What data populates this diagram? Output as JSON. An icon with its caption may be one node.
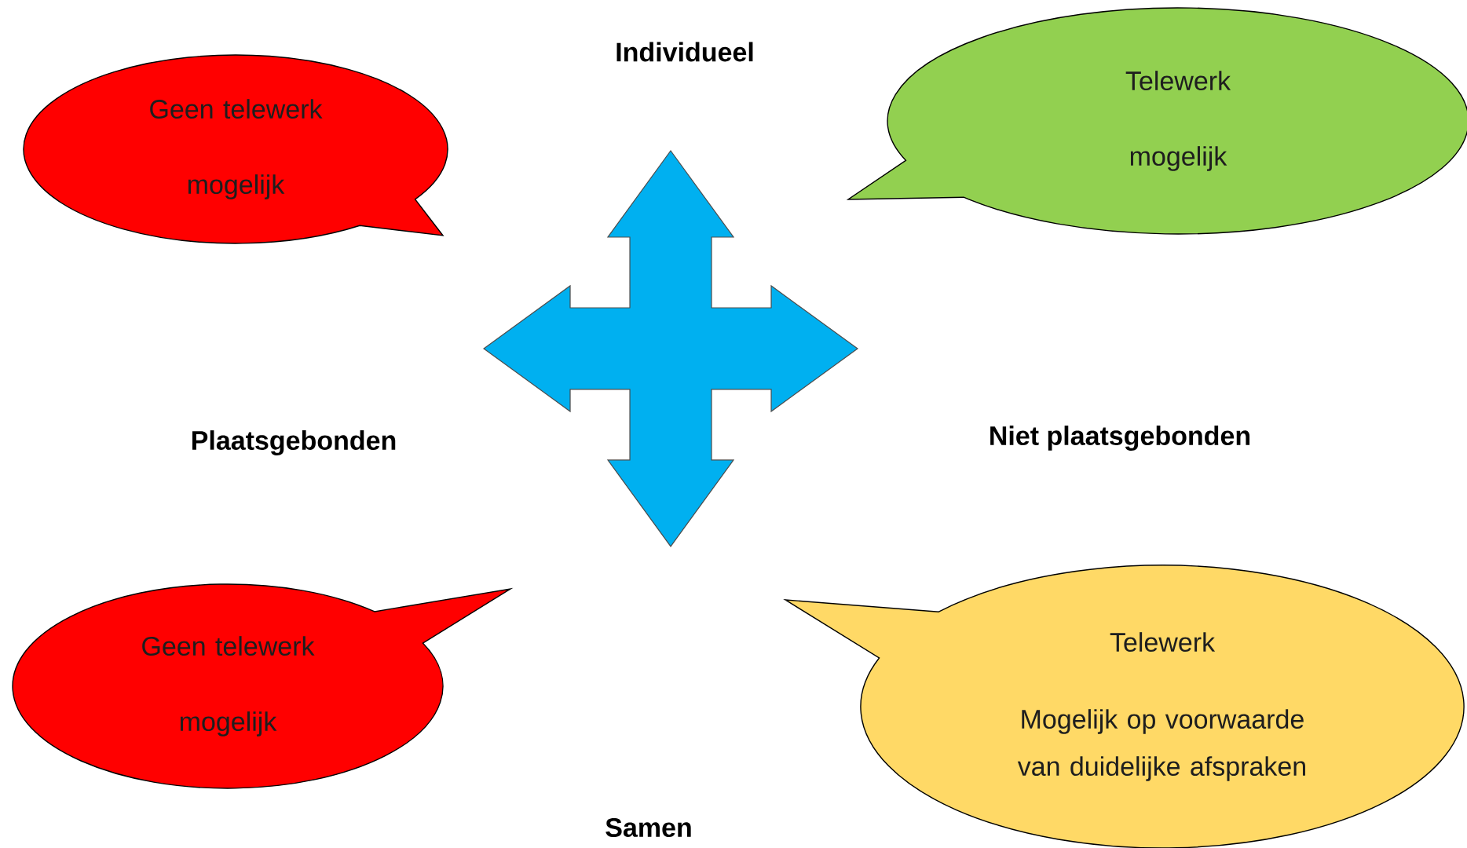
{
  "diagram": {
    "nodes": [
      {
        "text": [
          "Geen telewerk mogelijk"
        ]
      },
      {
        "text": [
          "Telewerk mogelijk"
        ]
      },
      {
        "text": [
          "Geen telewerk mogelijk"
        ]
      },
      {
        "text": [
          "Telewerk",
          "Mogelijk op voorwaarde van duidelijke afspraken"
        ]
      }
    ],
    "labels": [
      "Individueel",
      "Plaatsgebonden",
      "Niet plaatsgebonden",
      "Samen"
    ]
  }
}
